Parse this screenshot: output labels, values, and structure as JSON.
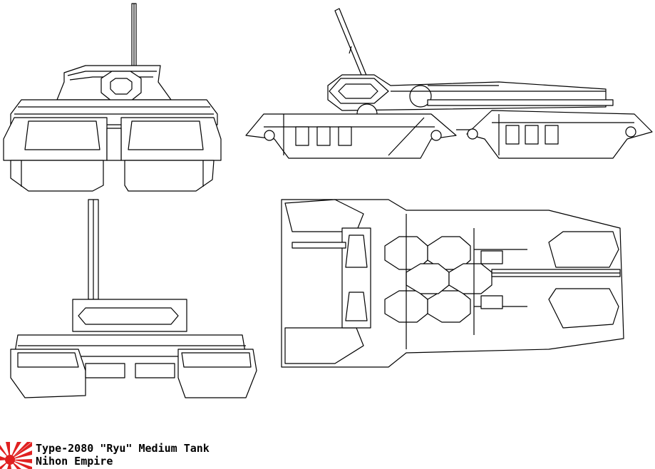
{
  "title": "Type-2080 \"Ryu\" Medium Tank",
  "faction": "Nihon Empire",
  "views": [
    "front-view",
    "side-view",
    "rear-view",
    "top-view"
  ],
  "emblem": {
    "name": "rising-sun-flag-icon",
    "color_red": "#e02020",
    "color_white": "#ffffff"
  },
  "line_color": "#000000"
}
